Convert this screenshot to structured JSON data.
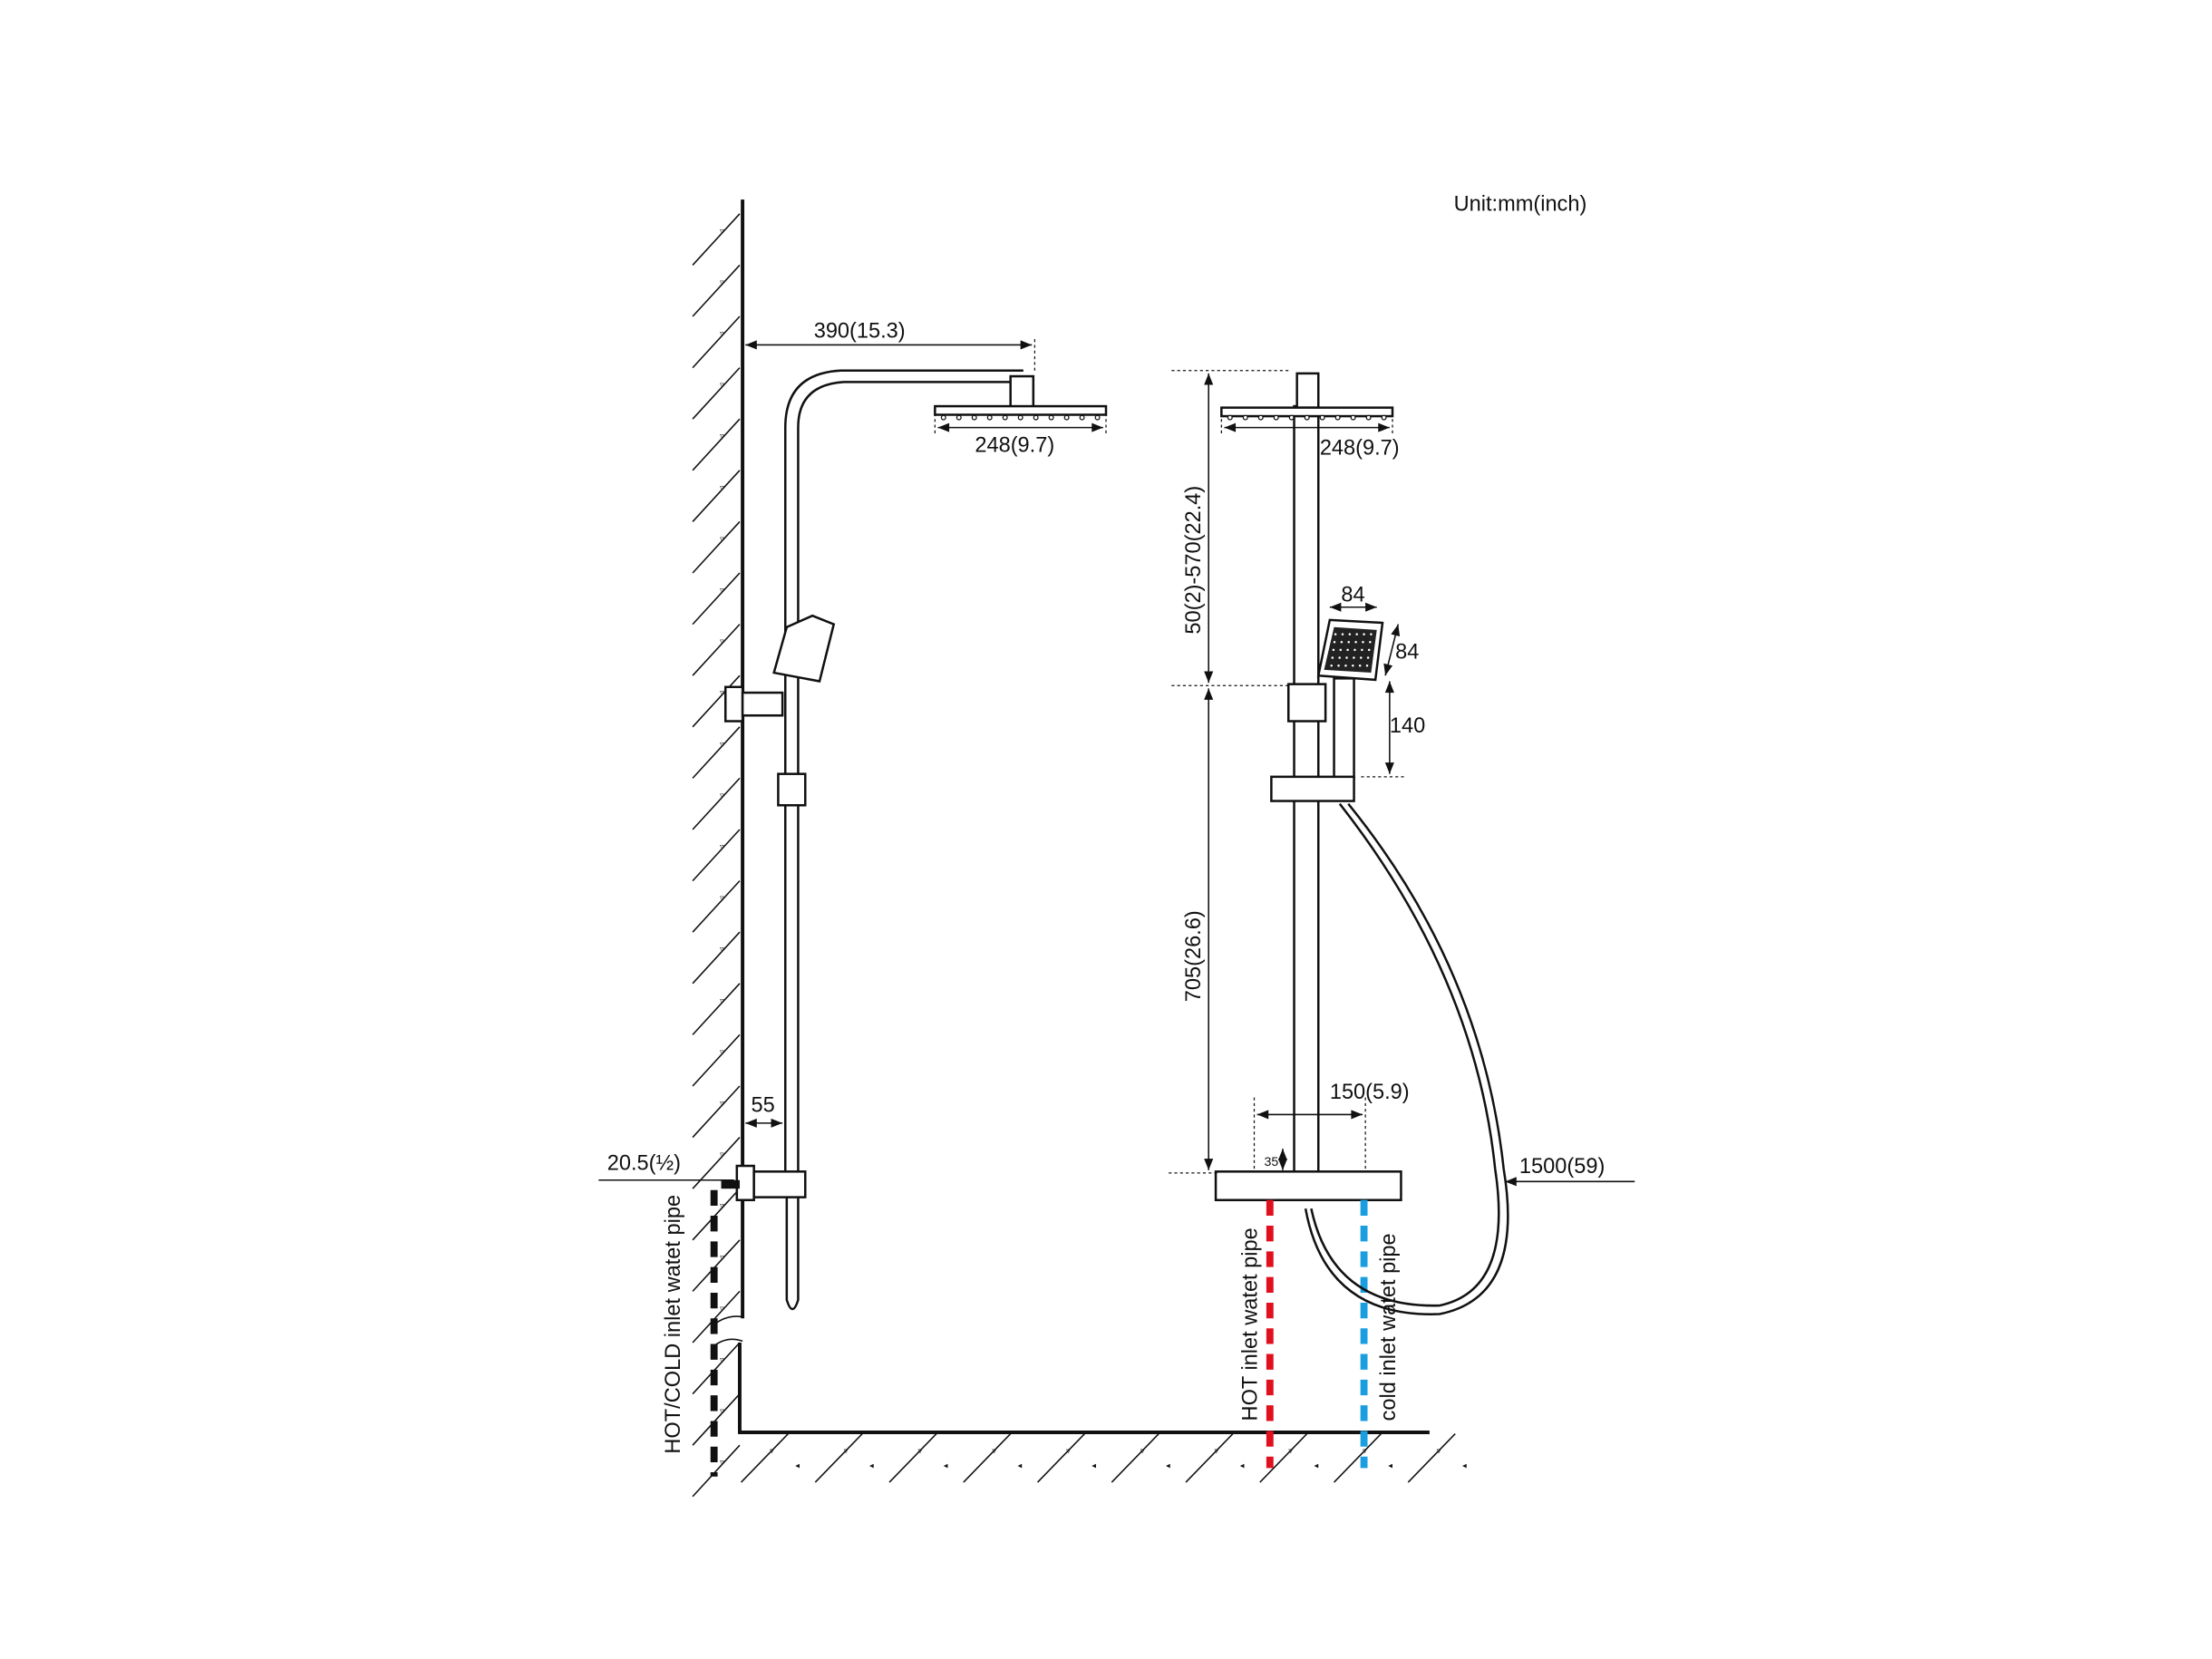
{
  "unit_label": "Unit:mm(inch)",
  "side_view": {
    "arm_reach": "390(15.3)",
    "head_width": "248(9.7)",
    "wall_offset": "55",
    "inlet_size": "20.5(½)",
    "inlet_label": "HOT/COLD inlet watet pipe"
  },
  "front_view": {
    "head_width": "248(9.7)",
    "upper_height": "50(2)-570(22.4)",
    "lower_height": "705(26.6)",
    "hand_width": "84",
    "hand_height": "84",
    "holder_height": "140",
    "inlet_spacing": "150(5.9)",
    "valve_offset": "35",
    "hose_length": "1500(59)",
    "hot_label": "HOT inlet watet pipe",
    "cold_label": "cold inlet watet pipe"
  },
  "colors": {
    "hot_pipe": "#e0101e",
    "cold_pipe": "#1a9ee0",
    "line": "#111111"
  }
}
